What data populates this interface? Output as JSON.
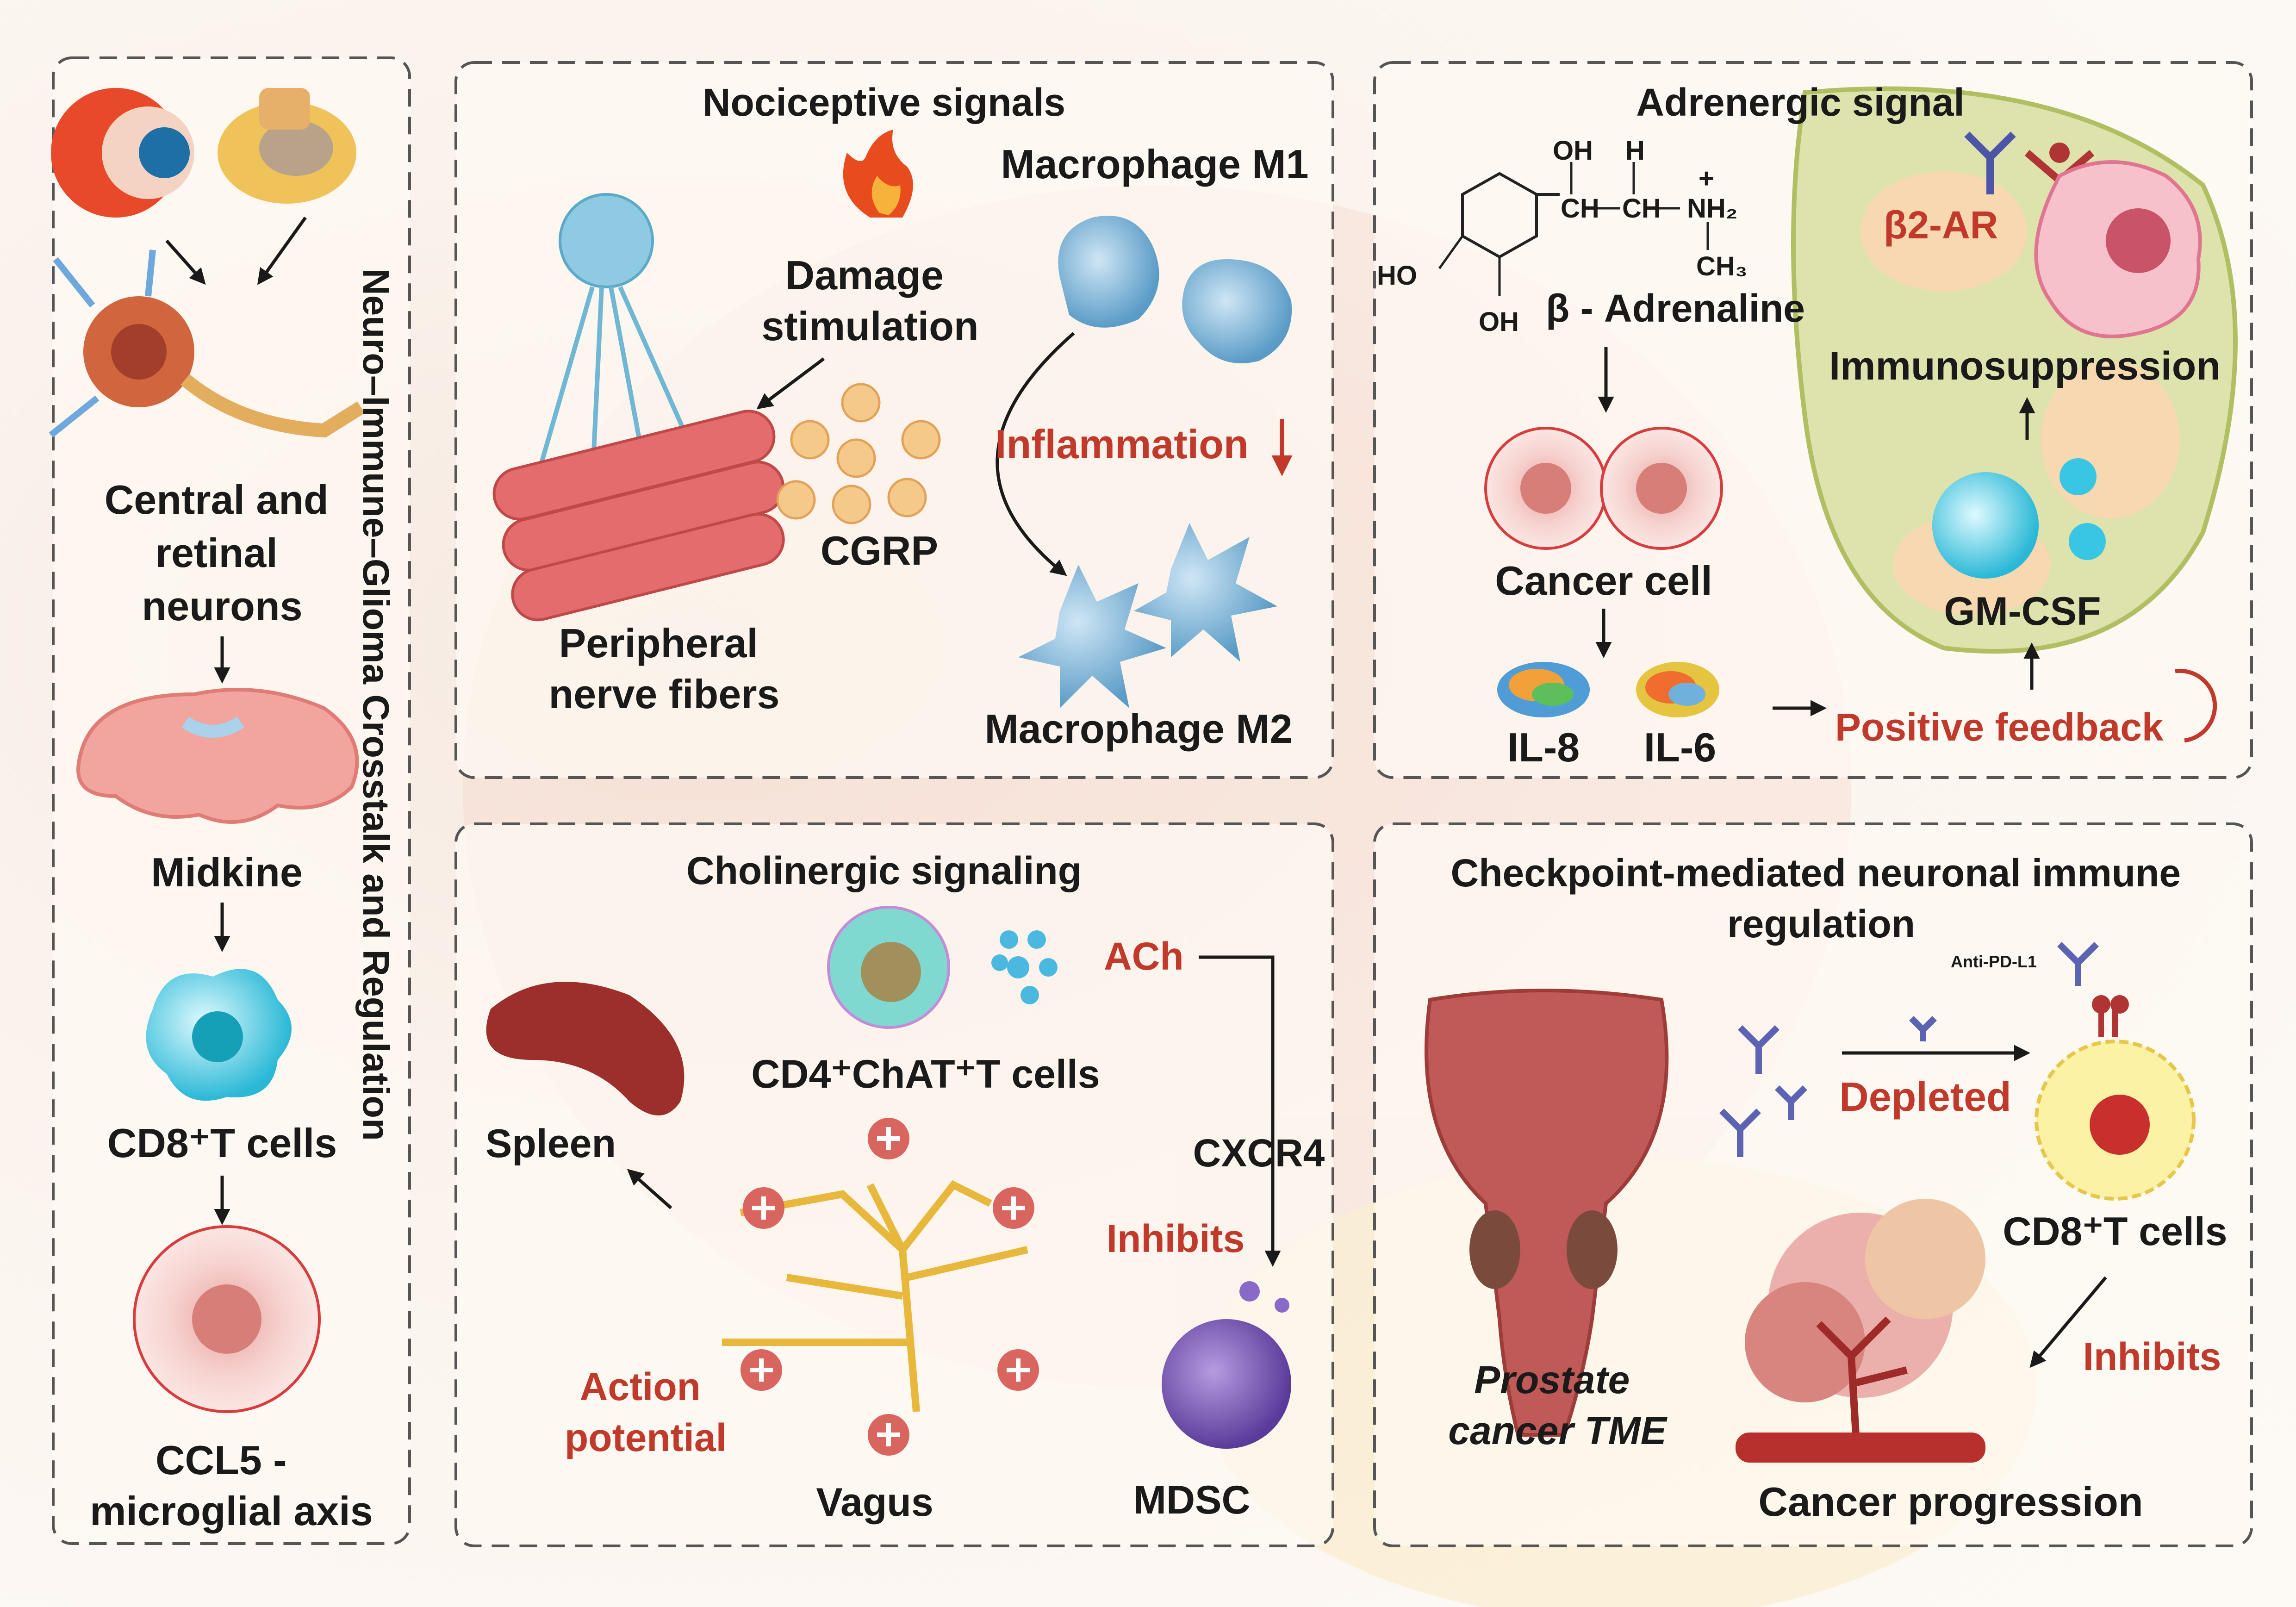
{
  "colors": {
    "accent_red": "#c0392b",
    "text": "#1a1a1a",
    "panel_border": "#555555"
  },
  "left_panel": {
    "vertical_title": "Neuro–Immune–Glioma Crosstalk and Regulation",
    "neurons_label": [
      "Central and",
      "retinal",
      "neurons"
    ],
    "midkine_label": "Midkine",
    "cd8_label": "CD8⁺T cells",
    "ccl5_label": [
      "CCL5 -",
      "microglial axis"
    ]
  },
  "nociceptive": {
    "title": "Nociceptive signals",
    "damage_label": [
      "Damage",
      "stimulation"
    ],
    "m1_label": "Macrophage M1",
    "inflammation_label": "Inflammation",
    "cgrp_label": "CGRP",
    "fibers_label": [
      "Peripheral",
      "nerve fibers"
    ],
    "m2_label": "Macrophage M2"
  },
  "adrenergic": {
    "title": "Adrenergic signal",
    "molecule": {
      "oh_top": "OH",
      "h_top": "H",
      "ch1": "CH",
      "ch2": "CH",
      "nh2": "NH₂",
      "plus": "+",
      "ch3": "CH₃",
      "ho": "HO",
      "oh_bottom": "OH"
    },
    "adrenaline_label": "β - Adrenaline",
    "receptor_label": "β2-AR",
    "immunosuppression_label": "Immunosuppression",
    "cancer_cell_label": "Cancer cell",
    "gmcsf_label": "GM-CSF",
    "il8_label": "IL-8",
    "il6_label": "IL-6",
    "feedback_label": "Positive feedback"
  },
  "cholinergic": {
    "title": "Cholinergic signaling",
    "ach_label": "ACh",
    "cd4_label": "CD4⁺ChAT⁺T cells",
    "spleen_label": "Spleen",
    "cxcr4_label": "CXCR4",
    "inhibits_label": "Inhibits",
    "action_label": [
      "Action",
      "potential"
    ],
    "vagus_label": "Vagus",
    "mdsc_label": "MDSC"
  },
  "checkpoint": {
    "title": [
      "Checkpoint-mediated neuronal immune",
      "regulation"
    ],
    "antibody_label": "Anti-PD-L1",
    "depleted_label": "Depleted",
    "cd8_label": "CD8⁺T cells",
    "tme_label": [
      "Prostate",
      "cancer TME"
    ],
    "inhibits_label": "Inhibits",
    "progression_label": "Cancer progression"
  }
}
